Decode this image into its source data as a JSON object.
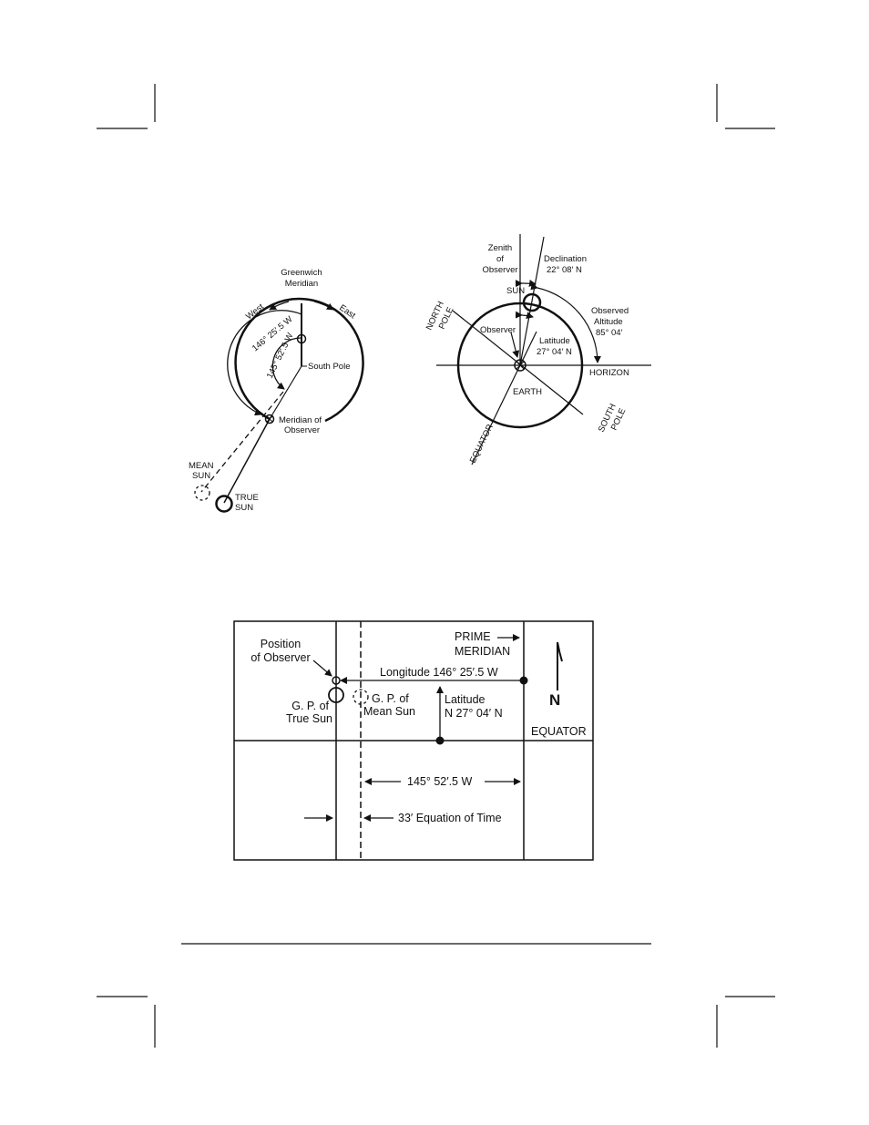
{
  "diagram_left": {
    "greenwich": [
      "Greenwich",
      "Meridian"
    ],
    "west": "West",
    "east": "East",
    "lon_146": "146° 25′.5 W",
    "lon_145": "145° 52′.5 W",
    "south_pole": "South Pole",
    "meridian_observer": [
      "Meridian of",
      "Observer"
    ],
    "mean_sun": [
      "MEAN",
      "SUN"
    ],
    "true_sun": [
      "TRUE",
      "SUN"
    ]
  },
  "diagram_right": {
    "zenith": [
      "Zenith",
      "of",
      "Observer"
    ],
    "declination": [
      "Declination",
      "22° 08′ N"
    ],
    "sun": "SUN",
    "north_pole": [
      "NORTH",
      "POLE"
    ],
    "observed_altitude": [
      "Observed",
      "Altitude",
      "85° 04′"
    ],
    "observer": "Observer",
    "latitude": [
      "Latitude",
      "27° 04′ N"
    ],
    "horizon": "HORIZON",
    "earth": "EARTH",
    "south_pole": [
      "SOUTH",
      "POLE"
    ],
    "equator": "EQUATOR"
  },
  "diagram_bottom": {
    "position_observer": [
      "Position",
      "of Observer"
    ],
    "prime_meridian": [
      "PRIME",
      "MERIDIAN"
    ],
    "longitude": "Longitude 146° 25′.5 W",
    "gp_true_sun": [
      "G. P. of",
      "True Sun"
    ],
    "gp_mean_sun": [
      "G. P. of",
      "Mean Sun"
    ],
    "latitude": [
      "Latitude",
      "N 27° 04′ N"
    ],
    "north": "N",
    "equator": "EQUATOR",
    "lon_145": "145° 52′.5 W",
    "equation_of_time": "33′ Equation of Time"
  }
}
